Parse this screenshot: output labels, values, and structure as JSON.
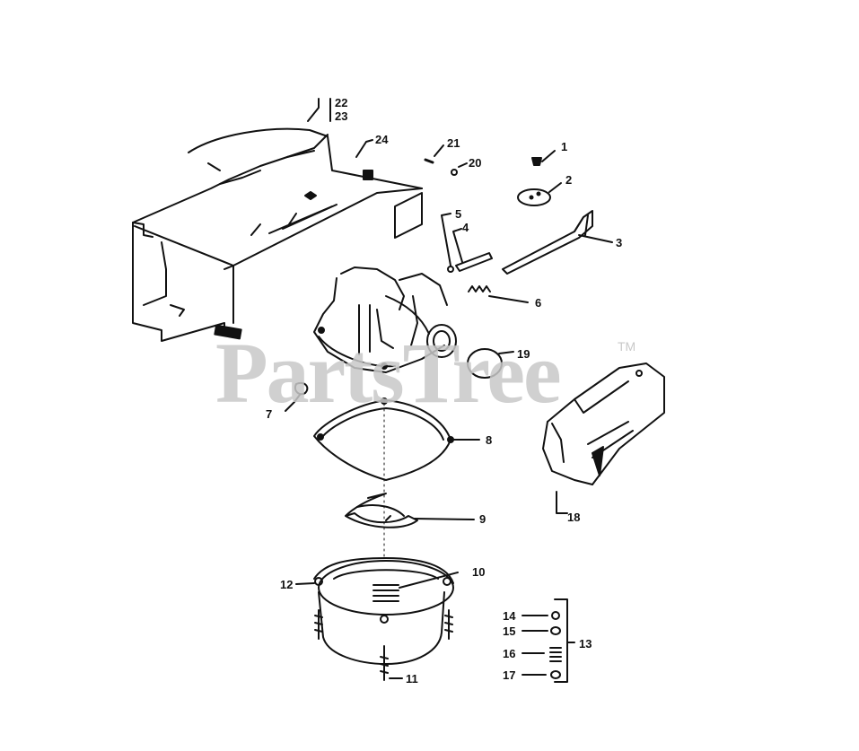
{
  "watermark": {
    "text": "PartsTree",
    "tm": "TM"
  },
  "callouts": {
    "c1": "1",
    "c2": "2",
    "c3": "3",
    "c4": "4",
    "c5": "5",
    "c6": "6",
    "c7": "7",
    "c8": "8",
    "c9": "9",
    "c10": "10",
    "c11": "11",
    "c12": "12",
    "c13": "13",
    "c14": "14",
    "c15": "15",
    "c16": "16",
    "c17": "17",
    "c18": "18",
    "c19": "19",
    "c20": "20",
    "c21": "21",
    "c22": "22",
    "c23": "23",
    "c24": "24"
  },
  "colors": {
    "ink": "#111111",
    "watermark": "#c8c8c8",
    "background": "#ffffff"
  }
}
